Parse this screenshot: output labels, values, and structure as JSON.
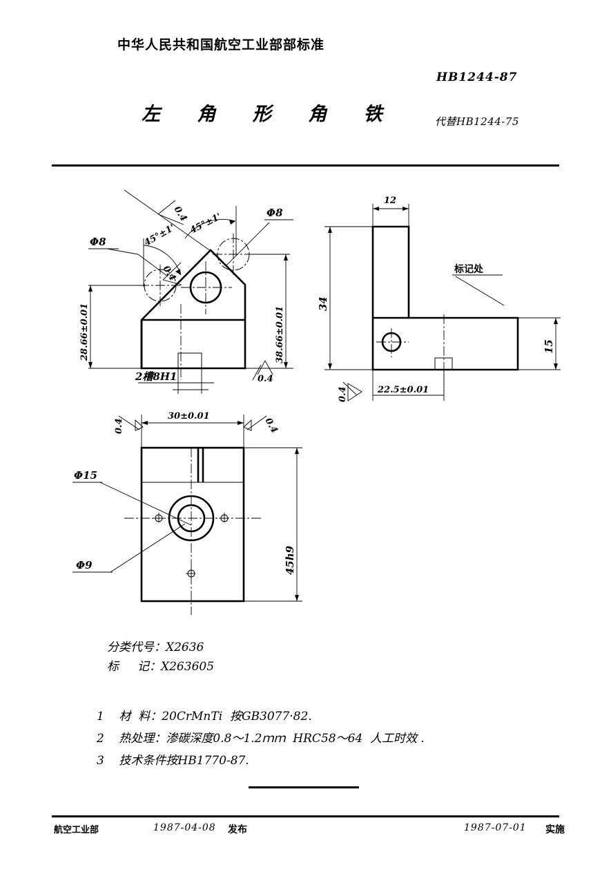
{
  "header": {
    "standard_org": "中华人民共和国航空工业部部标准",
    "standard_number": "HB1244-87",
    "title": "左 角 形 角 铁",
    "replaces": "代替HB1244-75"
  },
  "drawing": {
    "front_view": {
      "label_phi8_left": "Φ8",
      "label_phi8_right": "Φ8",
      "angle_upper": "45°±1'",
      "angle_lower": "45°±1'",
      "rough_upper": "0.4",
      "rough_lower": "0.4",
      "dim_left": "28.66±0.01",
      "dim_right": "38.66±0.01",
      "slot_label": "2槽8H1",
      "rough_bottom": "0.4"
    },
    "side_view": {
      "dim_top": "12",
      "dim_left": "34",
      "dim_right": "15",
      "dim_bottom": "22.5±0.01",
      "rough_bottom": "0.4",
      "mark_note": "标记处"
    },
    "bottom_view": {
      "dim_top": "30±0.01",
      "dim_right": "45h9",
      "rough_left": "0.4",
      "rough_right": "0.4",
      "label_phi15": "Φ15",
      "label_phi9": "Φ9"
    }
  },
  "notes": {
    "class_code": "分类代号：X2636",
    "mark_code": "标     记：X263605",
    "items": [
      "1    材  料：20CrMnTi  按GB3077·82.",
      "2    热处理：渗碳深度0.8～1.2ｍｍ  HRC58～64  人工时效 .",
      "3    技术条件按HB1770-87."
    ]
  },
  "footer": {
    "ministry": "航空工业部",
    "publish_date": "1987-04-08",
    "publish_label": "发布",
    "effective_date": "1987-07-01",
    "effective_label": "实施"
  }
}
